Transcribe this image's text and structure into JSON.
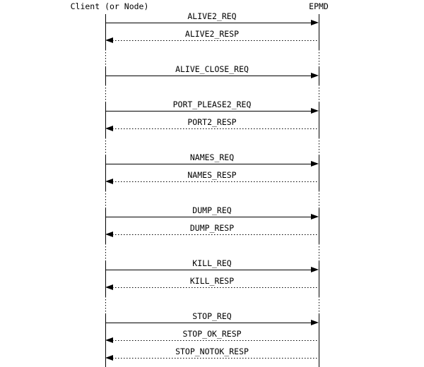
{
  "diagram": {
    "kind": "sequence-diagram",
    "entities": {
      "client": {
        "label": "Client (or Node)"
      },
      "epmd": {
        "label": "EPMD"
      }
    },
    "messages": [
      {
        "label": "ALIVE2_REQ",
        "from": "client",
        "to": "epmd",
        "direction": "right",
        "line_style": "solid"
      },
      {
        "label": "ALIVE2_RESP",
        "from": "epmd",
        "to": "client",
        "direction": "left",
        "line_style": "dotted"
      },
      {
        "label": "ALIVE_CLOSE_REQ",
        "from": "client",
        "to": "epmd",
        "direction": "right",
        "line_style": "solid"
      },
      {
        "label": "PORT_PLEASE2_REQ",
        "from": "client",
        "to": "epmd",
        "direction": "right",
        "line_style": "solid"
      },
      {
        "label": "PORT2_RESP",
        "from": "epmd",
        "to": "client",
        "direction": "left",
        "line_style": "dotted"
      },
      {
        "label": "NAMES_REQ",
        "from": "client",
        "to": "epmd",
        "direction": "right",
        "line_style": "solid"
      },
      {
        "label": "NAMES_RESP",
        "from": "epmd",
        "to": "client",
        "direction": "left",
        "line_style": "dotted"
      },
      {
        "label": "DUMP_REQ",
        "from": "client",
        "to": "epmd",
        "direction": "right",
        "line_style": "solid"
      },
      {
        "label": "DUMP_RESP",
        "from": "epmd",
        "to": "client",
        "direction": "left",
        "line_style": "dotted"
      },
      {
        "label": "KILL_REQ",
        "from": "client",
        "to": "epmd",
        "direction": "right",
        "line_style": "solid"
      },
      {
        "label": "KILL_RESP",
        "from": "epmd",
        "to": "client",
        "direction": "left",
        "line_style": "dotted"
      },
      {
        "label": "STOP_REQ",
        "from": "client",
        "to": "epmd",
        "direction": "right",
        "line_style": "solid"
      },
      {
        "label": "STOP_OK_RESP",
        "from": "epmd",
        "to": "client",
        "direction": "left",
        "line_style": "dotted"
      },
      {
        "label": "STOP_NOTOK_RESP",
        "from": "epmd",
        "to": "client",
        "direction": "left",
        "line_style": "dotted"
      }
    ],
    "colors": {
      "background": "#ffffff",
      "line": "#000000",
      "text": "#000000"
    }
  }
}
